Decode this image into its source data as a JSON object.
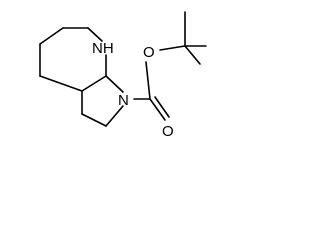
{
  "molecule": {
    "atoms": {
      "amine_nh": "NH",
      "ring_n": "N",
      "ester_o": "O",
      "carbonyl_o": "O"
    }
  }
}
